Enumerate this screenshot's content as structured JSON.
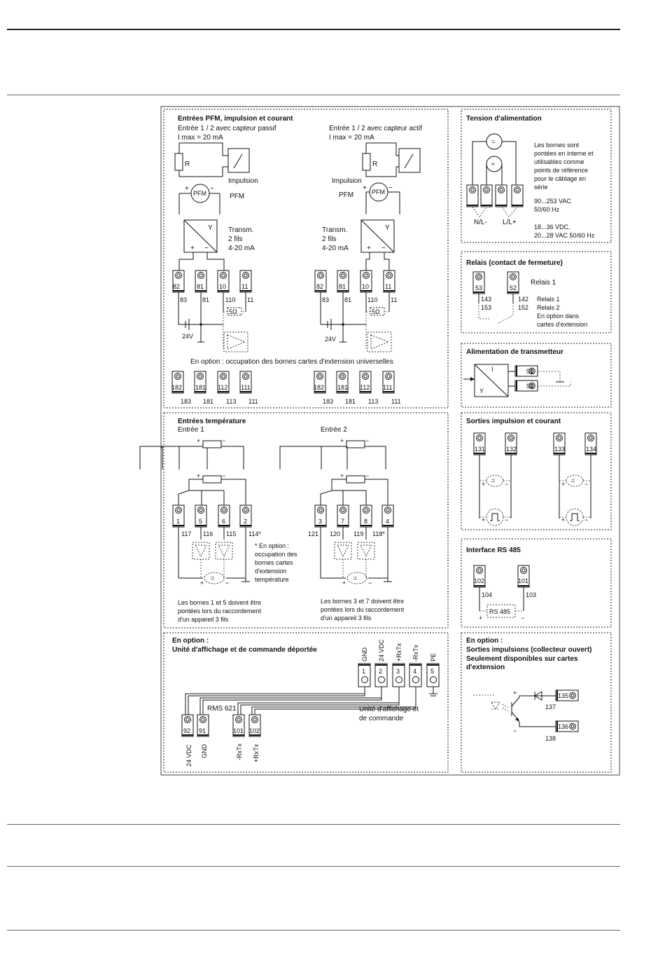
{
  "sections": {
    "pfm": {
      "title": "Entrées PFM, impulsion et courant",
      "left_caption_1": "Entrée 1 / 2 avec capteur passif",
      "left_caption_2": "I max = 20 mA",
      "right_caption_1": "Entrée 1 / 2 avec capteur actif",
      "right_caption_2": "I max = 20 mA",
      "label_r": "R",
      "label_impulsion": "Impulsion",
      "label_pfm": "PFM",
      "label_pfm_circle": "PFM",
      "label_y": "Y",
      "transm_1": "Transm.",
      "transm_2": "2 fils",
      "transm_3": "4-20 mA",
      "terminals": [
        "82",
        "81",
        "10",
        "11"
      ],
      "sub_labels": [
        "83",
        "81",
        "110",
        "11"
      ],
      "resistor": "5Ω",
      "voltage": "24V",
      "option_text": "En option : occupation des bornes cartes d'extension universelles",
      "ext_terminals": [
        "182",
        "181",
        "112",
        "111"
      ],
      "ext_sub": [
        "183",
        "181",
        "113",
        "111"
      ]
    },
    "temp": {
      "title": "Entrées température",
      "entree1": "Entrée 1",
      "entree2": "Entrée 2",
      "terminals_1": [
        "1",
        "5",
        "6",
        "2"
      ],
      "sub_1": [
        "117",
        "116",
        "115",
        "114*"
      ],
      "terminals_2": [
        "3",
        "7",
        "8",
        "4"
      ],
      "sub_2": [
        "121",
        "120",
        "119",
        "118*"
      ],
      "note_1": "* En option :",
      "note_2": "occupation des",
      "note_3": "bornes cartes",
      "note_4": "d'extension",
      "note_5": "température",
      "bottom1_1": "Les bornes 1 et 5 doivent être",
      "bottom1_2": "pontées lors du raccordement",
      "bottom1_3": "d'un appareil 3 fils",
      "bottom2_1": "Les bornes 3 et 7 doivent être",
      "bottom2_2": "pontées lors du raccordement",
      "bottom2_3": "d'un appareil 3 fils"
    },
    "remote": {
      "title_1": "En option :",
      "title_2": "Unité d'affichage et de commande déportée",
      "top_labels": [
        "GND",
        "24 VDC",
        "+RxTx",
        "-RxTx",
        "PE"
      ],
      "top_terminals": [
        "1",
        "2",
        "3",
        "4",
        "5"
      ],
      "rms": "RMS 621",
      "unit_1": "Unité d'affichage et",
      "unit_2": "de commande",
      "bottom_terminals": [
        "92",
        "91",
        "101",
        "102"
      ],
      "bottom_labels": [
        "24 VDC",
        "GND",
        "-RxTx",
        "+RxTx"
      ]
    },
    "power": {
      "title": "Tension d'alimentation",
      "desc": [
        "Les bornes sont",
        "pontées en interne et",
        "utilisables comme",
        "points de référence",
        "pour le câblage en",
        "série"
      ],
      "ac_1": "90...253 VAC",
      "ac_2": "50/60 Hz",
      "dc_1": "18...36 VDC,",
      "dc_2": "20...28 VAC 50/60 Hz",
      "nl": "N/L-",
      "ll": "L/L+"
    },
    "relay": {
      "title": "Relais (contact de fermeture)",
      "terminals": [
        "53",
        "52"
      ],
      "relais1": "Relais 1",
      "n143": "143",
      "n153": "153",
      "n142": "142",
      "n152": "152",
      "line_1": "Relais 1",
      "line_2": "Relais 2",
      "line_3": "En option dans",
      "line_4": "cartes d'extension"
    },
    "transmitter": {
      "title": "Alimentation de transmetteur",
      "terminals": [
        "91",
        "92"
      ],
      "label_i": "I",
      "label_y": "Y"
    },
    "outputs": {
      "title": "Sorties impulsion et courant",
      "terminals": [
        "131",
        "132",
        "133",
        "134"
      ]
    },
    "rs485": {
      "title": "Interface RS 485",
      "terminals": [
        "102",
        "101"
      ],
      "sub": [
        "104",
        "103"
      ],
      "label": "RS 485"
    },
    "opencollector": {
      "title_1": "En option :",
      "title_2": "Sorties impulsions (collecteur ouvert)",
      "title_3": "Seulement disponibles sur cartes",
      "title_4": "d'extension",
      "terminals": [
        "135",
        "136"
      ],
      "sub": [
        "137",
        "138"
      ]
    }
  }
}
